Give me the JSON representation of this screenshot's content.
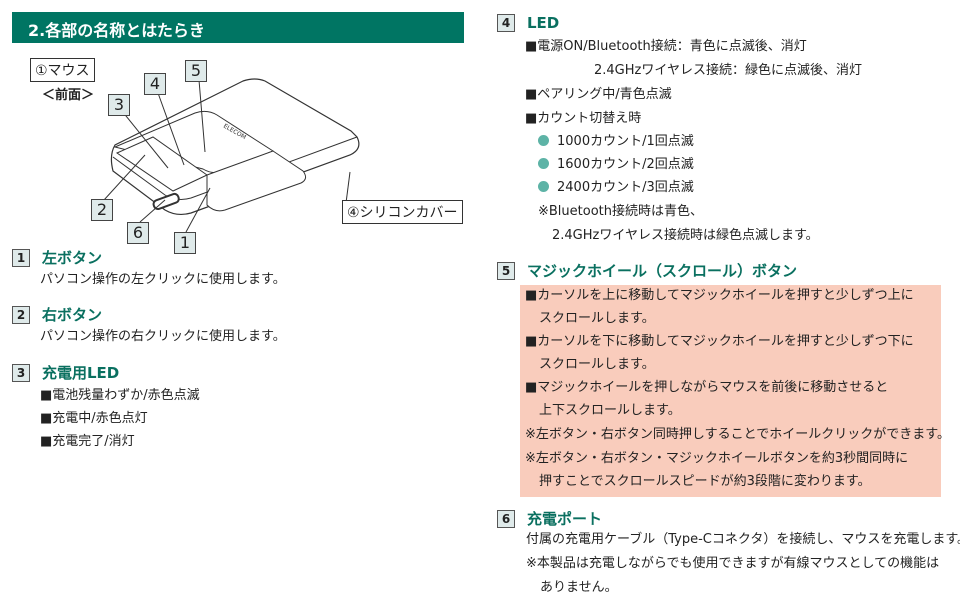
{
  "header": {
    "title": "2.各部の名称とはたらき"
  },
  "diagram": {
    "mouse_label": "①マウス",
    "view_label": "＜前面＞",
    "cover_label": "④シリコンカバー",
    "callouts": [
      "1",
      "2",
      "3",
      "4",
      "5",
      "6"
    ]
  },
  "sections": [
    {
      "num": "1",
      "title": "左ボタン",
      "lines": [
        "パソコン操作の左クリックに使用します。"
      ]
    },
    {
      "num": "2",
      "title": "右ボタン",
      "lines": [
        "パソコン操作の右クリックに使用します。"
      ]
    },
    {
      "num": "3",
      "title": "充電用LED",
      "lines": [
        "■電池残量わずか/赤色点滅",
        "■充電中/赤色点灯",
        "■充電完了/消灯"
      ]
    },
    {
      "num": "4",
      "title": "LED",
      "lines": [
        "■電源ON/Bluetooth接続：青色に点滅後、消灯",
        "2.4GHzワイヤレス接続：緑色に点滅後、消灯",
        "■ペアリング中/青色点滅",
        "■カウント切替え時",
        "1000カウント/1回点滅",
        "1600カウント/2回点滅",
        "2400カウント/3回点滅",
        "※Bluetooth接続時は青色、",
        "2.4GHzワイヤレス接続時は緑色点滅します。"
      ]
    },
    {
      "num": "5",
      "title": "マジックホイール（スクロール）ボタン",
      "lines": [
        "■カーソルを上に移動してマジックホイールを押すと少しずつ上に",
        "スクロールします。",
        "■カーソルを下に移動してマジックホイールを押すと少しずつ下に",
        "スクロールします。",
        "■マジックホイールを押しながらマウスを前後に移動させると",
        "上下スクロールします。",
        "※左ボタン・右ボタン同時押しすることでホイールクリックができます。",
        "※左ボタン・右ボタン・マジックホイールボタンを約3秒間同時に",
        "押すことでスクロールスピードが約3段階に変わります。"
      ]
    },
    {
      "num": "6",
      "title": "充電ポート",
      "lines": [
        "付属の充電用ケーブル（Type-Cコネクタ）を接続し、マウスを充電します。",
        "※本製品は充電しながらでも使用できますが有線マウスとしての機能は",
        "ありません。"
      ]
    }
  ],
  "colors": {
    "accent": "#007563",
    "highlight": "#f9ccbc",
    "dot": "#5db3a6"
  }
}
